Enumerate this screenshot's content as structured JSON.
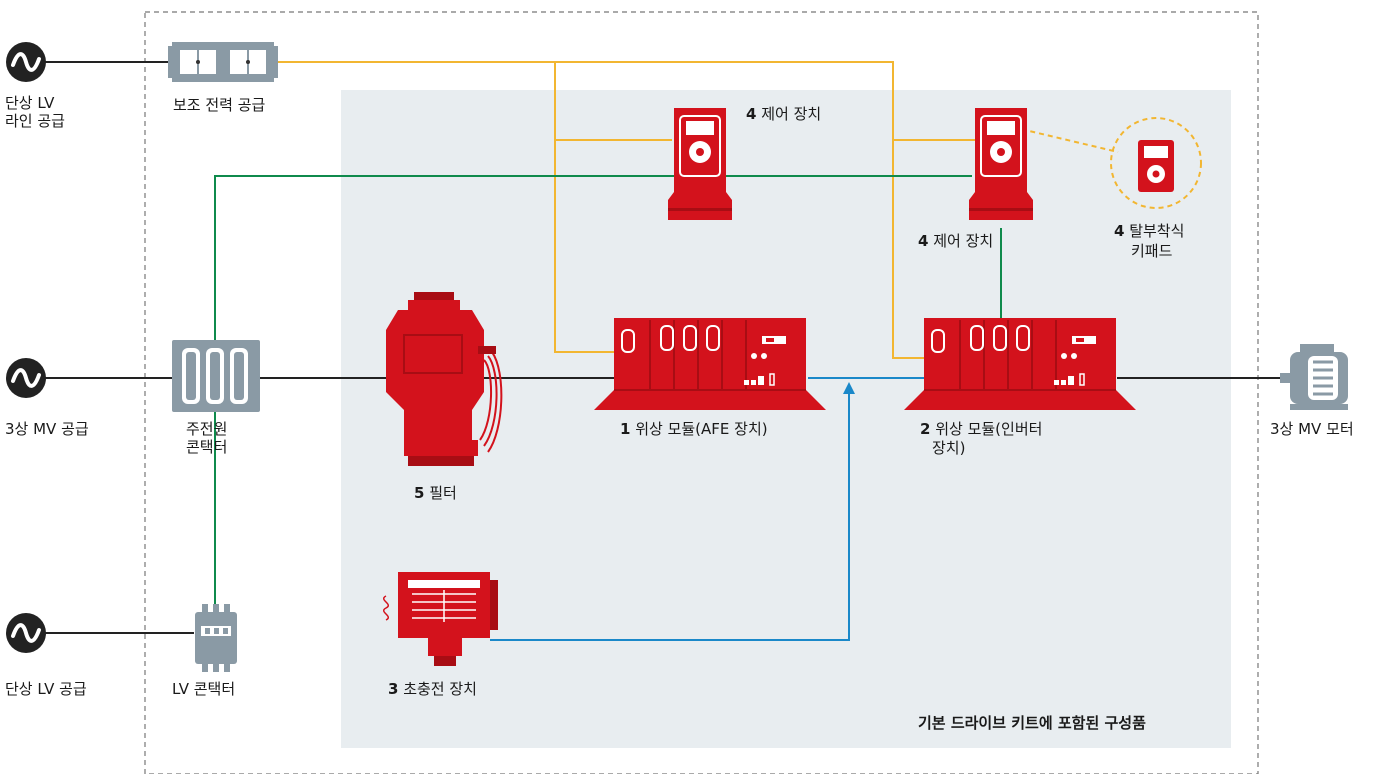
{
  "colors": {
    "device_red": "#d3121c",
    "device_dark": "#a80d14",
    "aux_line": "#f2b631",
    "control_line": "#0f8a4c",
    "precharge_line": "#1a88c9",
    "power_line": "#222222",
    "panel_bg": "#e8edf0",
    "gray_device": "#8a9aa5"
  },
  "labels": {
    "single_lv_line": "단상 LV\n라인 공급",
    "aux_power": "보조 전력 공급",
    "control_unit_1_num": "4",
    "control_unit_1": " 제어 장치",
    "control_unit_2_num": "4",
    "control_unit_2": " 제어 장치",
    "keypad_num": "4",
    "keypad_line1": " 탈부착식",
    "keypad_line2": "키패드",
    "three_phase_mv_supply": "3상 MV 공급",
    "main_contactor": "주전원\n콘택터",
    "filter_num": "5",
    "filter": " 필터",
    "phase_afe_num": "1",
    "phase_afe": " 위상 모듈(AFE 장치)",
    "phase_inv_num": "2",
    "phase_inv_line1": " 위상 모듈(인버터",
    "phase_inv_line2": "장치)",
    "mv_motor": "3상 MV 모터",
    "single_lv_supply": "단상 LV 공급",
    "lv_contactor": "LV 콘택터",
    "precharge_num": "3",
    "precharge": " 초충전 장치",
    "kit_note": "기본 드라이브 키트에 포함된 구성품"
  },
  "icons": {
    "ac_source": "sine-wave-icon",
    "motor": "motor-icon",
    "contactor": "contactor-icon",
    "filter": "filter-icon",
    "phase_module": "phase-module-icon",
    "control_unit": "control-unit-icon",
    "keypad": "keypad-icon",
    "precharge": "precharge-device-icon"
  }
}
